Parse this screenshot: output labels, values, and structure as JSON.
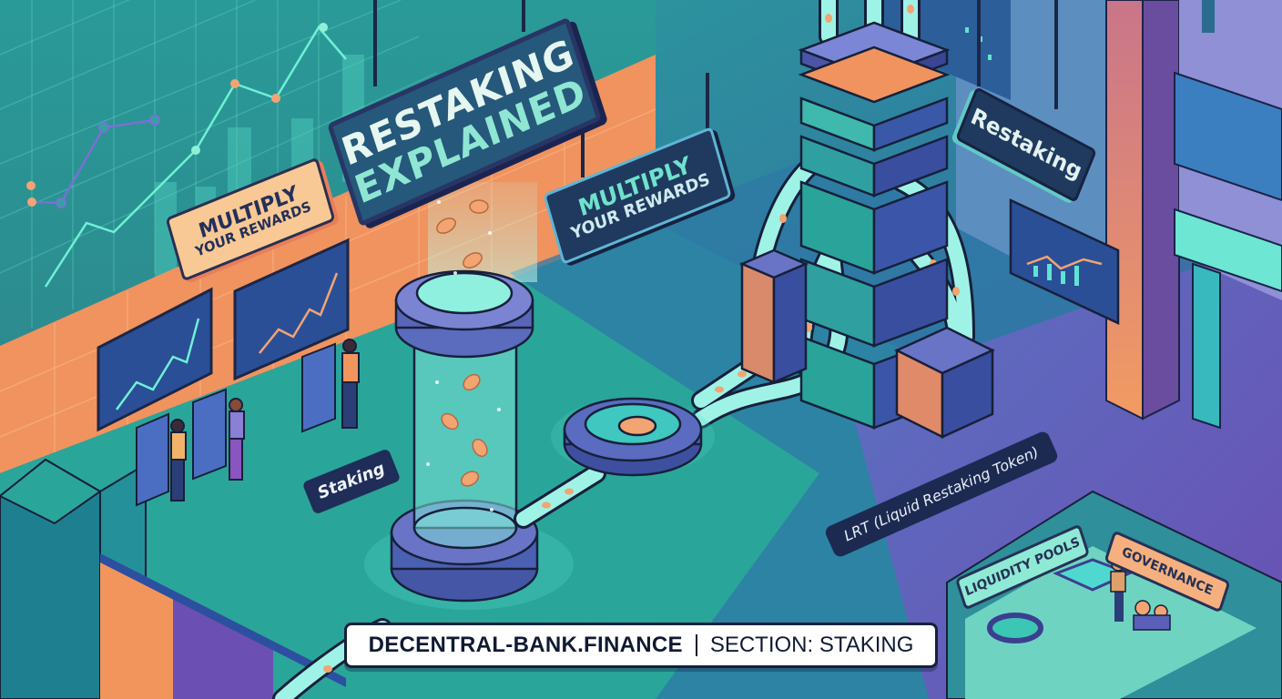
{
  "scene": {
    "description": "Isometric illustration of a DeFi restaking facility",
    "colors": {
      "teal_floor": "#2fa59a",
      "orange_wall": "#f0935f",
      "navy_sign": "#1f3a5e",
      "purple_floor": "#6a56b8",
      "coin": "#f2a472",
      "tube": "#8ff0e0"
    }
  },
  "signs": {
    "main": {
      "line1": "RESTAKING",
      "line2": "EXPLAINED"
    },
    "left_banner": {
      "line1": "MULTIPLY",
      "line2": "YOUR REWARDS"
    },
    "center_banner": {
      "line1": "MULTIPLY",
      "line2": "YOUR REWARDS"
    },
    "right_banner": {
      "line1": "Restaking"
    },
    "staking_label": {
      "line1": "Staking"
    },
    "lrt_label": {
      "line1": "LRT (Liquid Restaking Token)"
    },
    "liquidity_pools": {
      "line1": "LIQUIDITY POOLS"
    },
    "governance": {
      "line1": "GOVERNANCE"
    }
  },
  "footer": {
    "brand": "DECENTRAL-BANK.FINANCE",
    "section": "SECTION: STAKING"
  }
}
